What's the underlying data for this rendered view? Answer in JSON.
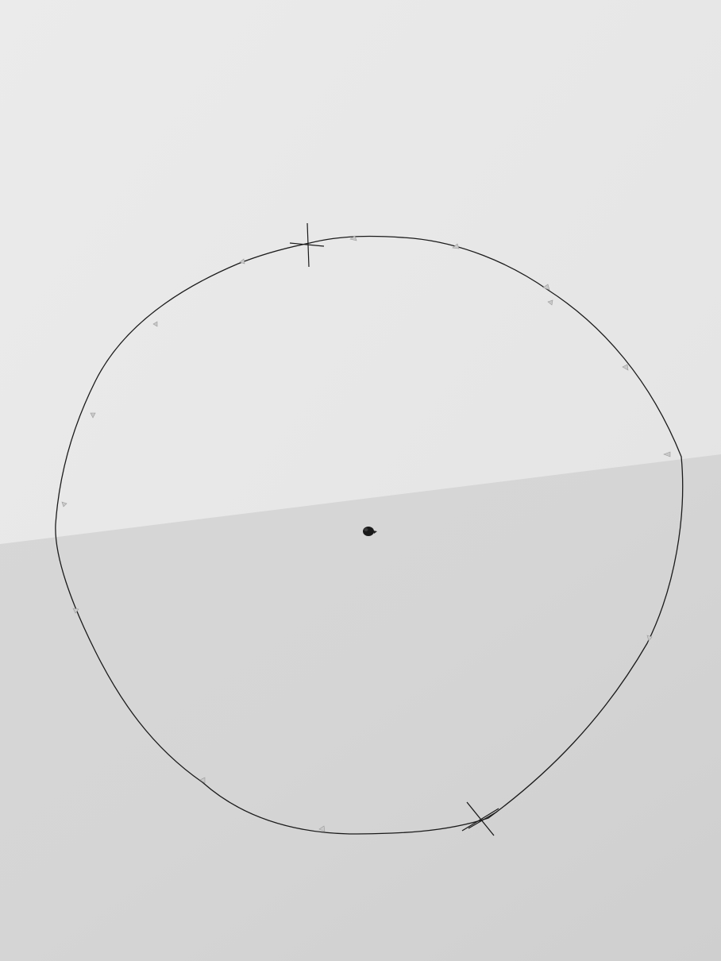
{
  "photo": {
    "subject": "hand-drawn-circle-on-paper",
    "colors": {
      "upper_paper": "#e6e7e7",
      "lower_paper": "#d4d5d5",
      "ink": "#151515",
      "center_hole": "#1a1a1a"
    },
    "marks": [
      {
        "name": "cross-mark-top",
        "style": "plus"
      },
      {
        "name": "cross-mark-bottom",
        "style": "x"
      }
    ],
    "tick_notches": 14
  }
}
